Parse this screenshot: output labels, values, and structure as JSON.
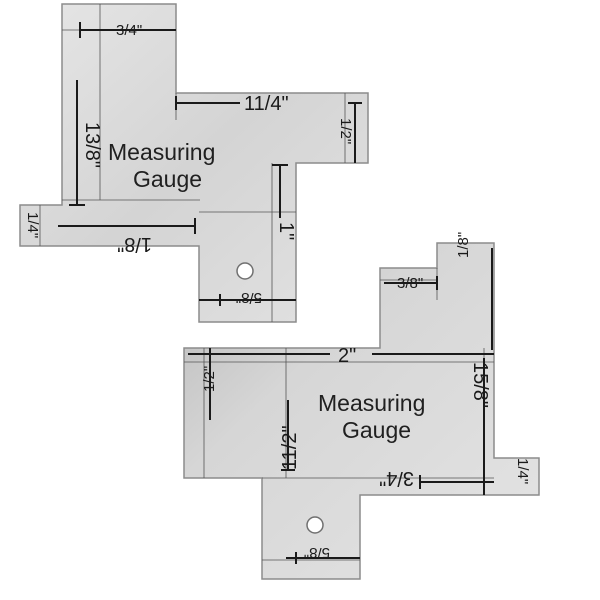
{
  "gauges": [
    {
      "title_line1": "Measuring",
      "title_line2": "Gauge",
      "labels": {
        "three_quarter": "3/4\"",
        "three_eighths": "13/8\"",
        "one_quarter_big": "11/4\"",
        "one_half": "1/2\"",
        "one_quarter_small": "1/4\"",
        "one_eighth": "1/8\"",
        "one": "1\"",
        "five_eighths": "5/8\""
      }
    },
    {
      "title_line1": "Measuring",
      "title_line2": "Gauge",
      "labels": {
        "three_eighths": "3/8\"",
        "one_eighth": "1/8\"",
        "two": "2\"",
        "one_half_left": "1/2\"",
        "fifteen_eighths": "15/8\"",
        "one_half_vert": "11/2\"",
        "three_quarter": "3/4\"",
        "one_quarter": "1/4\"",
        "five_eighths": "5/8\""
      }
    }
  ],
  "colors": {
    "metal": "#d9d9d9",
    "metal_dark": "#b9b9b9",
    "ink": "#1a1a1a",
    "background": "#ffffff"
  }
}
